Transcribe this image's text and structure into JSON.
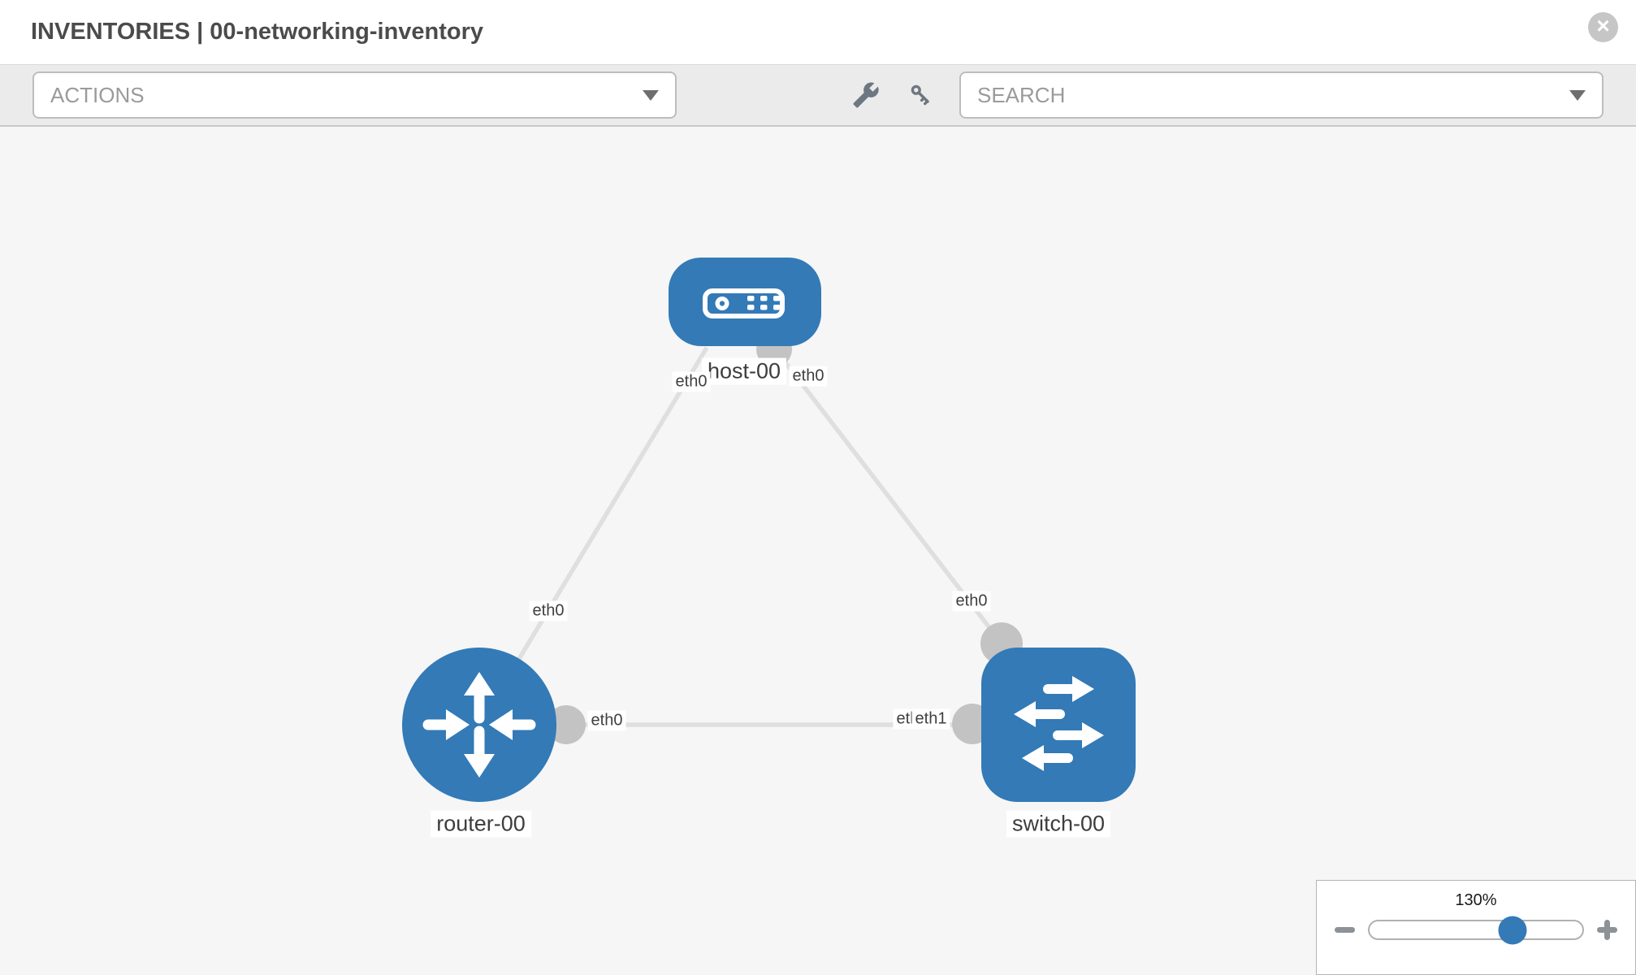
{
  "header": {
    "title": "INVENTORIES | 00-networking-inventory",
    "close_glyph": "×"
  },
  "toolbar": {
    "actions_label": "ACTIONS",
    "search_placeholder": "SEARCH"
  },
  "topology": {
    "nodes": [
      {
        "label": "host-00",
        "type": "host"
      },
      {
        "label": "router-00",
        "type": "router"
      },
      {
        "label": "switch-00",
        "type": "switch"
      }
    ],
    "links": [
      {
        "from": "host-00",
        "from_port": "eth0",
        "to": "router-00",
        "to_port": "eth0"
      },
      {
        "from": "host-00",
        "from_port": "eth0",
        "to": "switch-00",
        "to_port": "eth0"
      },
      {
        "from": "router-00",
        "from_port": "eth0",
        "to": "switch-00",
        "to_port": "eth1"
      }
    ],
    "port_labels": {
      "host_to_router": "eth0",
      "host_to_switch": "eth0",
      "router_to_host": "eth0",
      "router_to_switch": "eth0",
      "switch_to_host": "eth0",
      "switch_to_router_under": "eth0",
      "switch_to_router": "eth1"
    }
  },
  "zoom": {
    "level": "130%"
  },
  "icons": {
    "close": "x-circle",
    "actions_caret": "caret-down",
    "search_caret": "caret-down",
    "wrench": "wrench",
    "key": "key",
    "zoom_out": "minus",
    "zoom_in": "plus"
  },
  "colors": {
    "node_blue": "#337ab7",
    "link_gray": "#dfdfdf",
    "connector_gray": "#c3c3c3",
    "toolbar_bg": "#ebebeb",
    "canvas_bg": "#f6f6f6"
  }
}
